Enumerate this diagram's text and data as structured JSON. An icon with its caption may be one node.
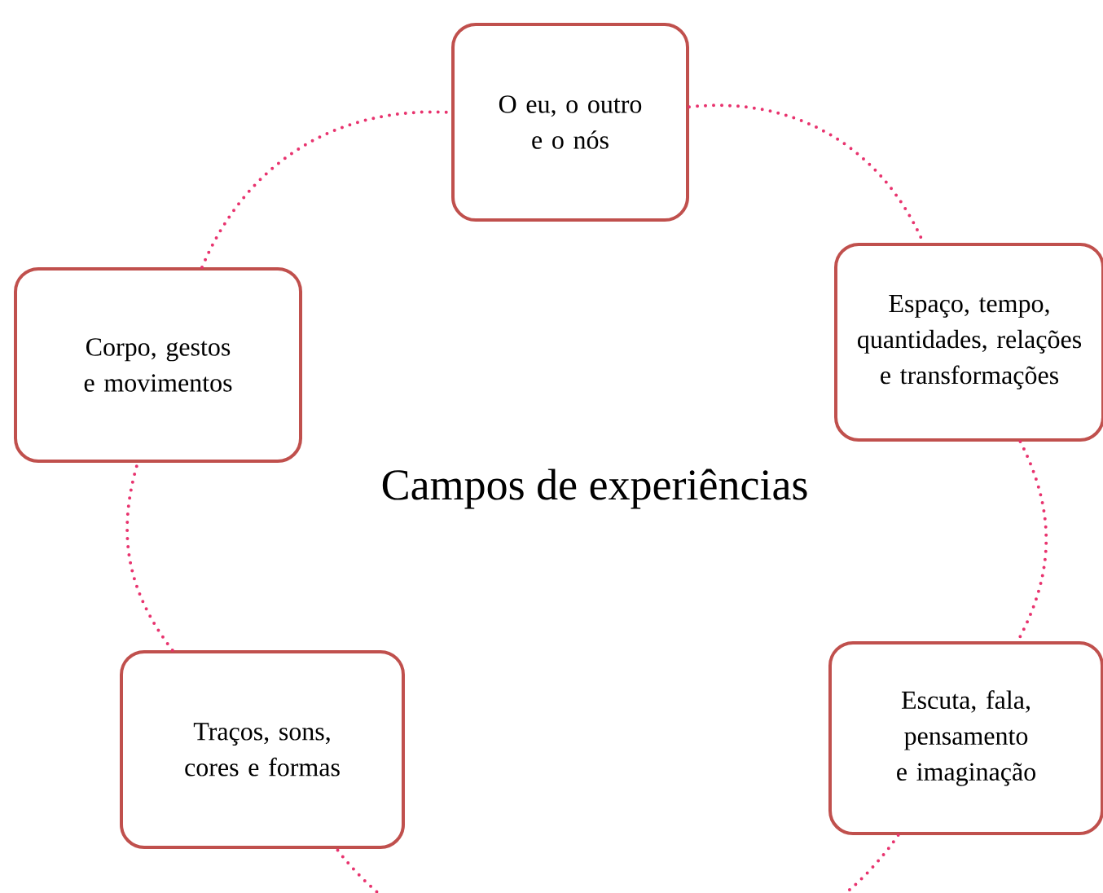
{
  "diagram": {
    "title": "Campos de experiências",
    "nodes": [
      {
        "text": [
          "O eu, o outro e o nós"
        ]
      },
      {
        "text": [
          "Espaço, tempo, quantidades, relações e transformações"
        ]
      },
      {
        "text": [
          "Escuta, fala, pensamento e imaginação"
        ]
      },
      {
        "text": [
          "Traços, sons, cores e formas"
        ]
      },
      {
        "text": [
          "Corpo, gestos e movimentos"
        ]
      }
    ],
    "edges": [
      {
        "from": 0,
        "to": 1,
        "arrow": "none"
      },
      {
        "from": 1,
        "to": 2,
        "arrow": "none"
      },
      {
        "from": 2,
        "to": 3,
        "arrow": "none"
      },
      {
        "from": 3,
        "to": 4,
        "arrow": "none"
      },
      {
        "from": 4,
        "to": 0,
        "arrow": "none"
      }
    ]
  }
}
